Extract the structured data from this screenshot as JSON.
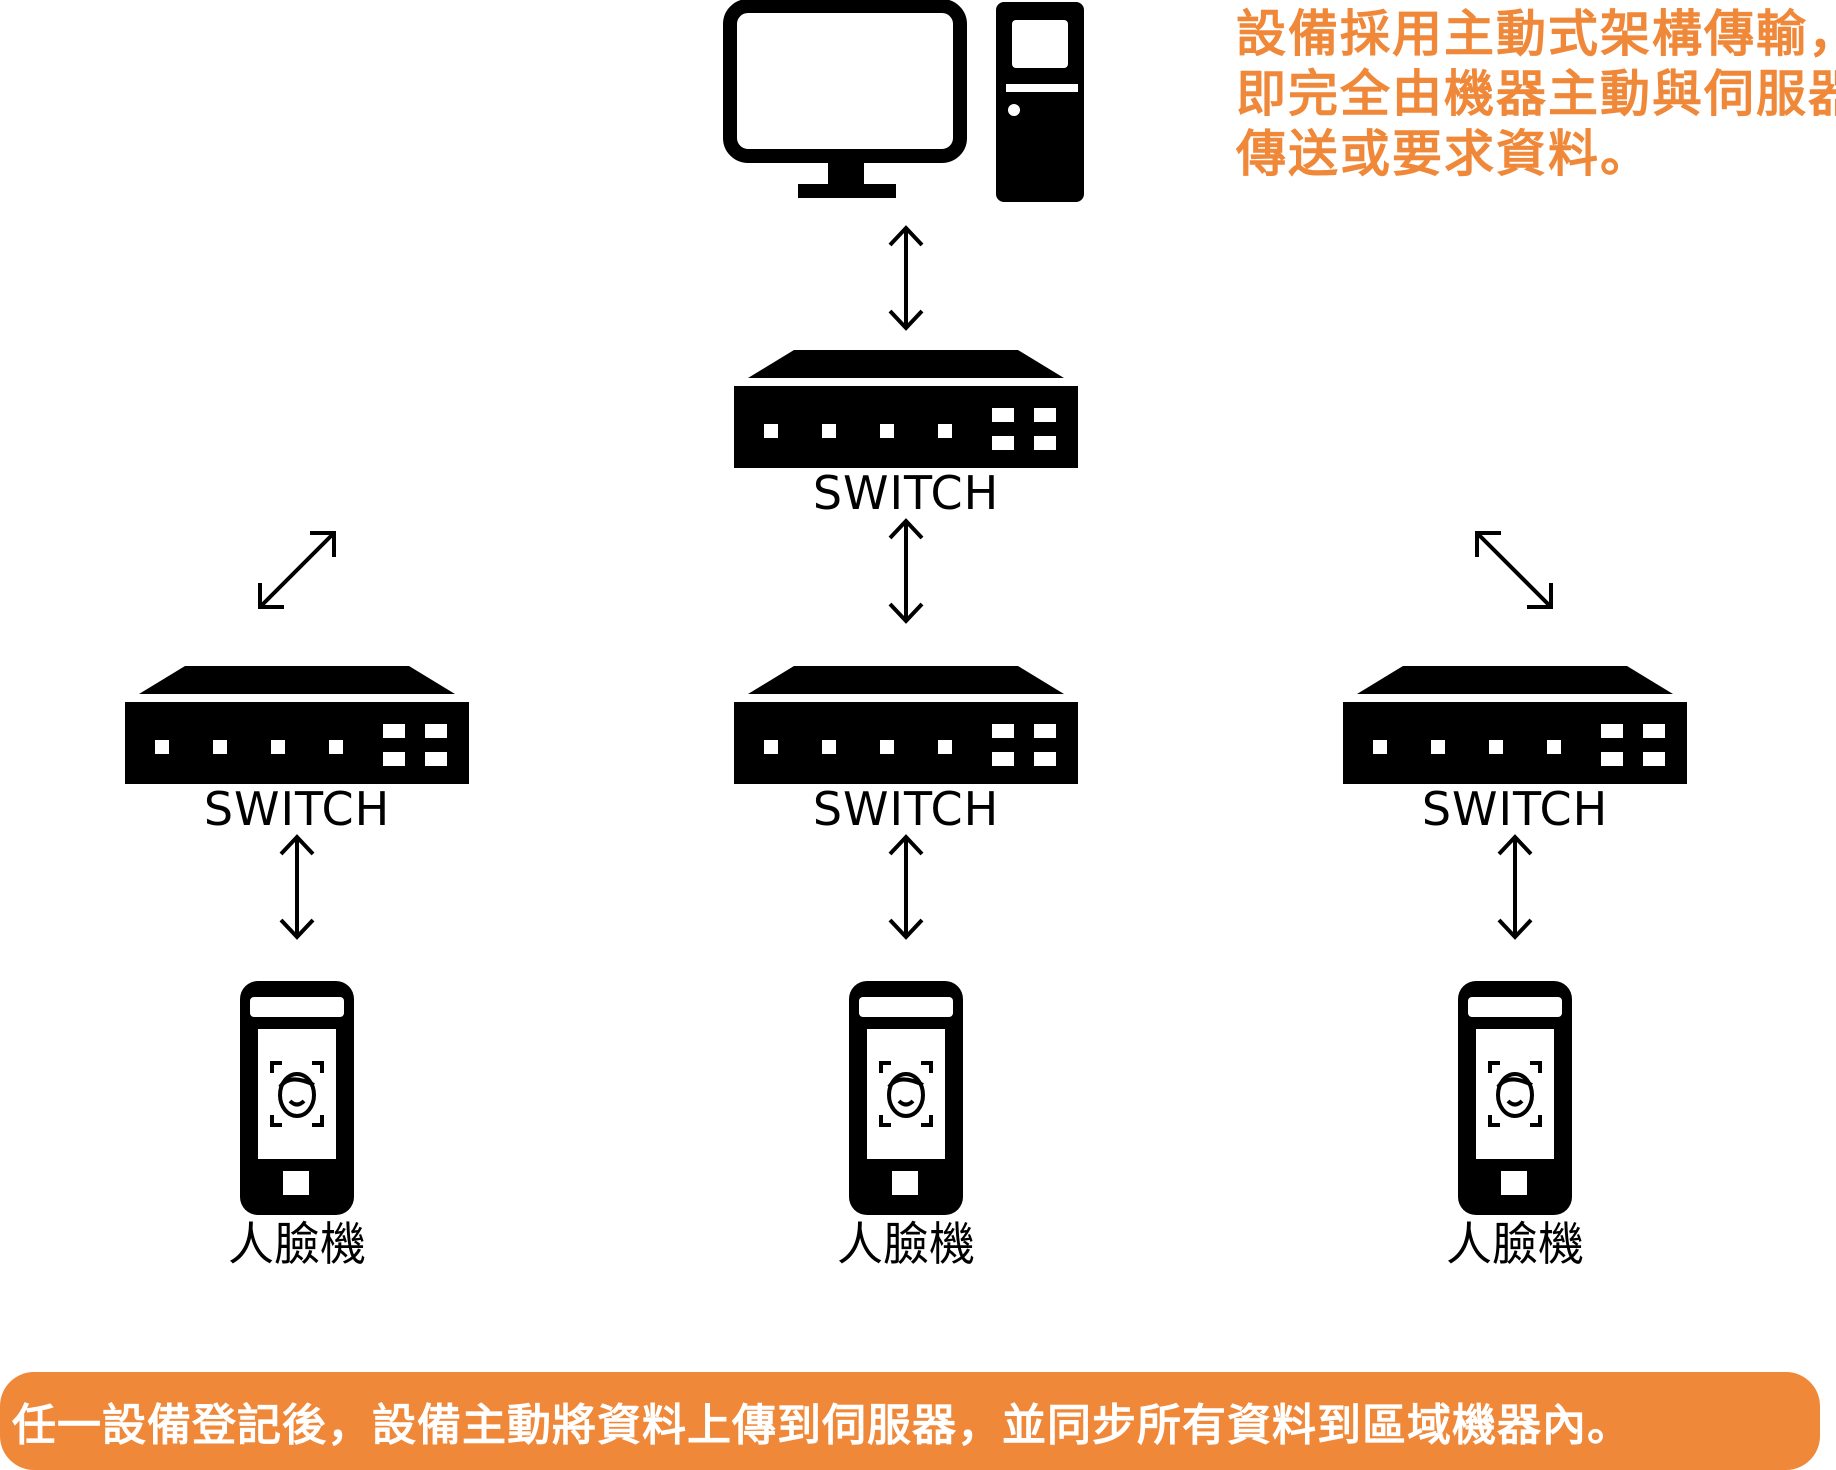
{
  "note": {
    "lines": [
      "設備採用主動式架構傳輸，",
      "即完全由機器主動與伺服器",
      "傳送或要求資料。"
    ]
  },
  "banner": {
    "text": "任一設備登記後，設備主動將資料上傳到伺服器，並同步所有資料到區域機器內。"
  },
  "switches": [
    {
      "label": "SWITCH"
    },
    {
      "label": "SWITCH"
    },
    {
      "label": "SWITCH"
    },
    {
      "label": "SWITCH"
    }
  ],
  "devices": [
    {
      "label": "人臉機"
    },
    {
      "label": "人臉機"
    },
    {
      "label": "人臉機"
    }
  ],
  "colors": {
    "accent": "#f0883a",
    "icon": "#000000",
    "background": "#ffffff"
  },
  "icons": {
    "server": "desktop-computer-icon",
    "switch": "network-switch-icon",
    "device": "face-recognition-terminal-icon",
    "link": "double-arrow-icon"
  }
}
